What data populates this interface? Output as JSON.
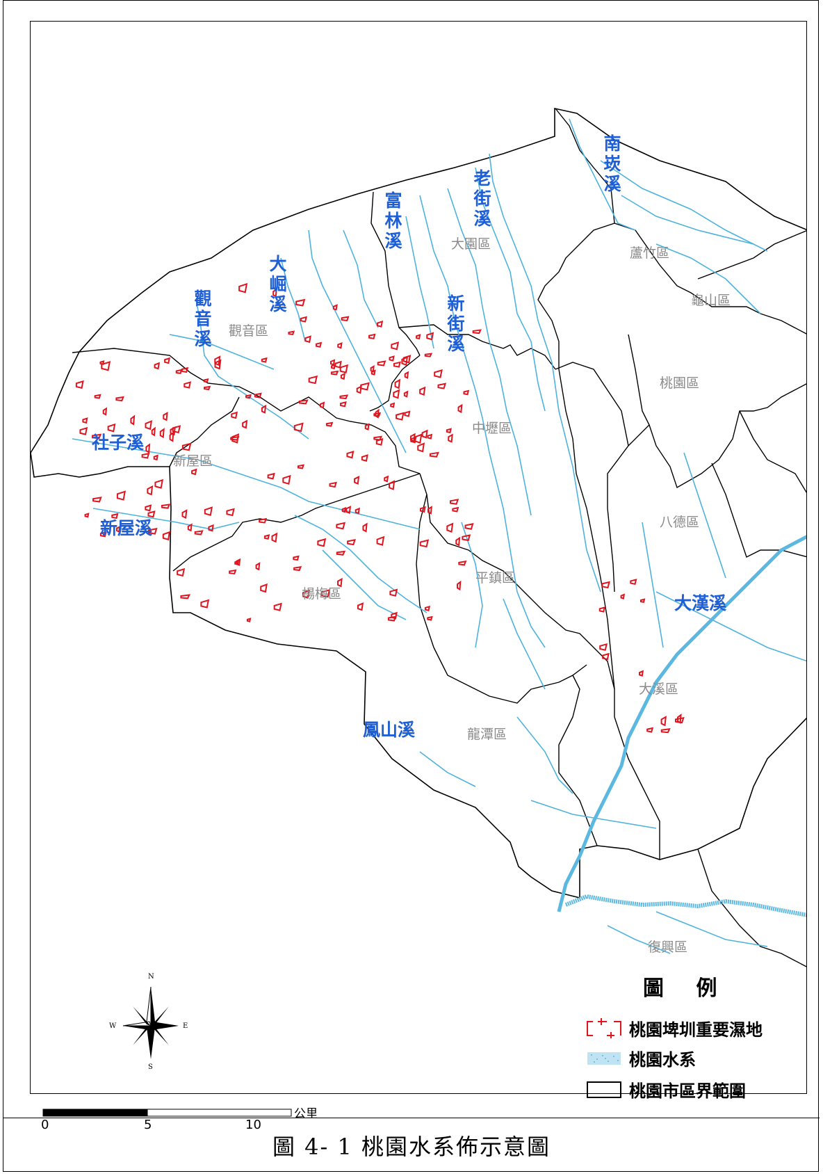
{
  "rivers": {
    "nankan": "南崁溪",
    "laojie": "老街溪",
    "fulin": "富林溪",
    "xinjie": "新街溪",
    "dajue": "大崛溪",
    "guanyin": "觀音溪",
    "shezi": "社子溪",
    "xinwu": "新屋溪",
    "fengshan": "鳳山溪",
    "dahan": "大漢溪"
  },
  "districts": {
    "dayuan": "大園區",
    "luzhu": "蘆竹區",
    "guishan": "龜山區",
    "taoyuan": "桃園區",
    "guanyin": "觀音區",
    "zhongli": "中壢區",
    "xinwu": "新屋區",
    "bade": "八德區",
    "pingzhen": "平鎮區",
    "yangmei": "楊梅區",
    "daxi": "大溪區",
    "longtan": "龍潭區",
    "fuxing": "復興區"
  },
  "legend": {
    "title": "圖 例",
    "items": [
      {
        "label": "桃園埤圳重要濕地",
        "symbol": "wetland",
        "color": "#e0141e"
      },
      {
        "label": "桃園水系",
        "symbol": "water",
        "color": "#5bb8e0"
      },
      {
        "label": "桃園市區界範圍",
        "symbol": "boundary",
        "color": "#000000"
      }
    ]
  },
  "compass": {
    "n": "N",
    "s": "S",
    "e": "E",
    "w": "W"
  },
  "scale": {
    "unit": "公里",
    "ticks": [
      "0",
      "5",
      "10"
    ]
  },
  "caption": "圖 4- 1 桃園水系佈示意圖",
  "colors": {
    "river": "#4db3de",
    "wetland": "#e0141e",
    "label_blue": "#1f5fd6",
    "district_grey": "#8a8a8a"
  }
}
